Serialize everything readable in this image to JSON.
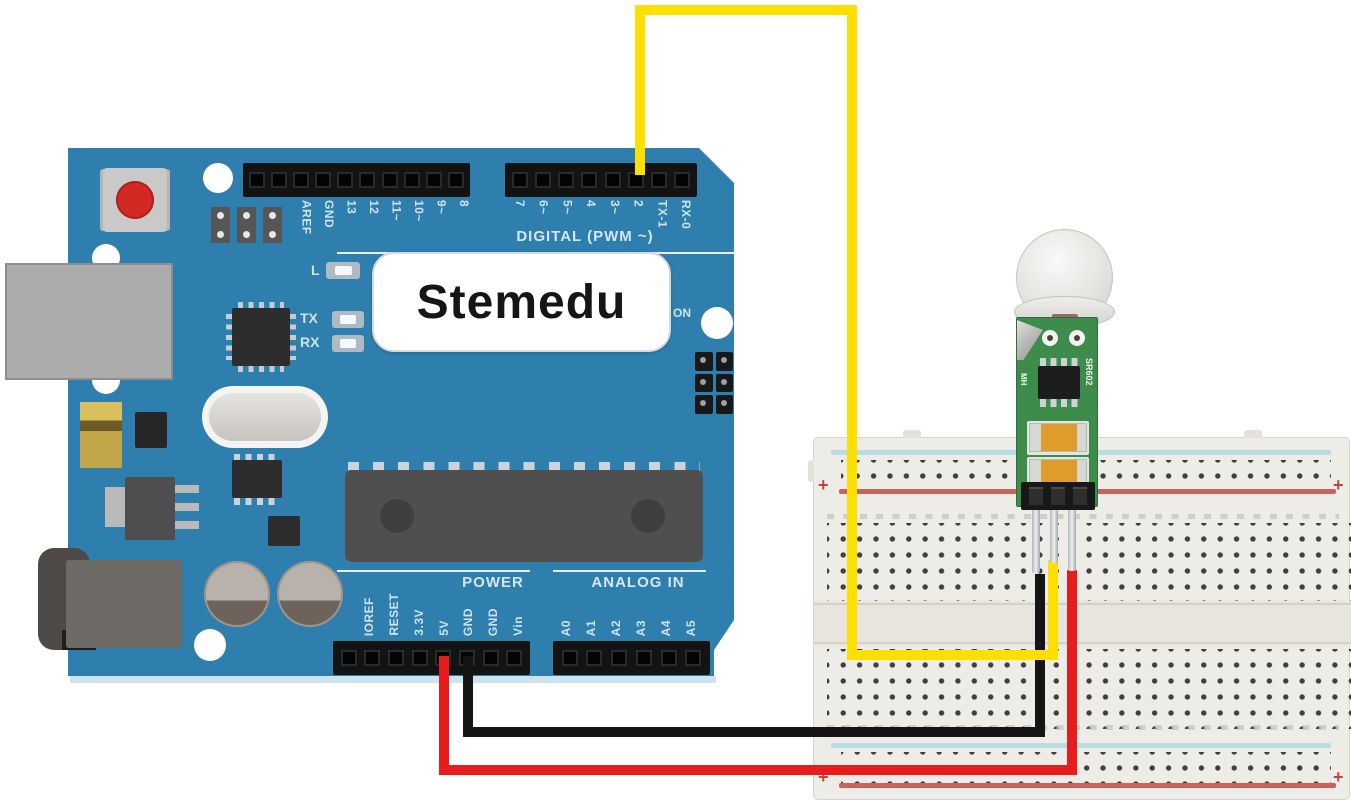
{
  "arduino": {
    "brand_label": "Stemedu",
    "board_color": "#2e7fae",
    "digital_section_label": "DIGITAL (PWM ~)",
    "digital_pins_left": [
      "AREF",
      "GND",
      "13",
      "12",
      "11~",
      "10~",
      "9~",
      "8"
    ],
    "digital_pins_right": [
      "7",
      "6~",
      "5~",
      "4",
      "3~",
      "2",
      "TX-1",
      "RX-0"
    ],
    "digital_header_left_pin_count": 10,
    "digital_header_right_pin_count": 8,
    "power_section_label": "POWER",
    "analog_section_label": "ANALOG IN",
    "power_pins": [
      "IOREF",
      "RESET",
      "3.3V",
      "5V",
      "GND",
      "GND",
      "Vin"
    ],
    "power_header_pin_count": 8,
    "analog_pins": [
      "A0",
      "A1",
      "A2",
      "A3",
      "A4",
      "A5"
    ],
    "analog_header_pin_count": 6,
    "led_l_label": "L",
    "led_tx_label": "TX",
    "led_rx_label": "RX",
    "on_label": "ON",
    "icsp_pin_count": 6,
    "solder_pad_count": 3
  },
  "breadboard": {
    "body_color": "#eeece6",
    "rail_positive_symbol": "+",
    "rail_blue_color": "#b7dee5",
    "rail_red_color": "#c9625c"
  },
  "pir_sensor": {
    "pcb_color": "#3e8c4b",
    "silk_left": "MH",
    "silk_right": "SR602",
    "pin_count": 3,
    "header_slot_count": 3
  },
  "wires": {
    "signal": {
      "color": "#ffdf00",
      "from_pin": "2",
      "to": "sensor middle pin"
    },
    "ground": {
      "color": "#151515",
      "from_pin": "GND",
      "to": "sensor left pin"
    },
    "power_5v": {
      "color": "#e81c1c",
      "from_pin": "5V",
      "to": "sensor right pin"
    }
  }
}
